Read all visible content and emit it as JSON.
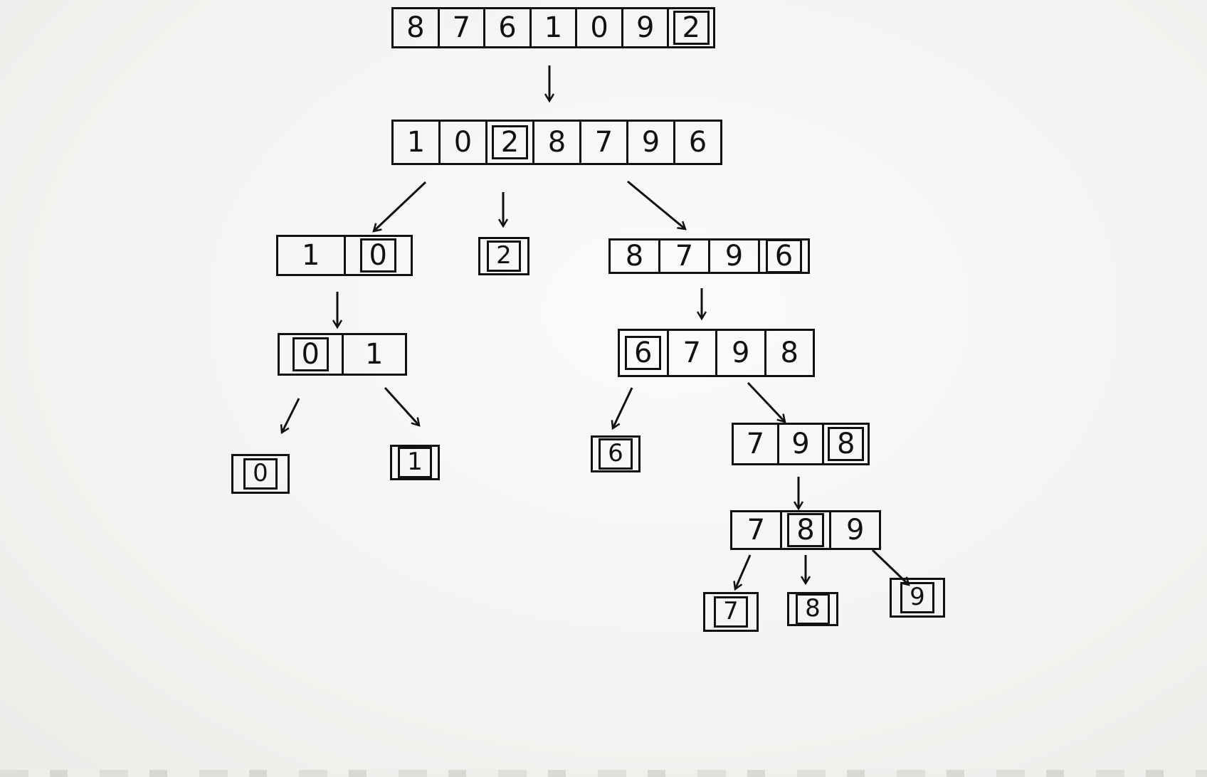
{
  "diagram": {
    "nodes": [
      {
        "id": "n0",
        "cells": [
          "8",
          "7",
          "6",
          "1",
          "0",
          "9",
          "2"
        ],
        "pivot_index": 6
      },
      {
        "id": "n1",
        "cells": [
          "1",
          "0",
          "2",
          "8",
          "7",
          "9",
          "6"
        ],
        "pivot_index": 2
      },
      {
        "id": "n2",
        "cells": [
          "1",
          "0"
        ],
        "pivot_index": 1
      },
      {
        "id": "n3",
        "cells": [
          "2"
        ],
        "pivot_index": 0
      },
      {
        "id": "n4",
        "cells": [
          "8",
          "7",
          "9",
          "6"
        ],
        "pivot_index": 3
      },
      {
        "id": "n5",
        "cells": [
          "0",
          "1"
        ],
        "pivot_index": 0
      },
      {
        "id": "n6",
        "cells": [
          "6",
          "7",
          "9",
          "8"
        ],
        "pivot_index": 0
      },
      {
        "id": "n7",
        "cells": [
          "0"
        ],
        "pivot_index": 0
      },
      {
        "id": "n8",
        "cells": [
          "1"
        ],
        "pivot_index": 0
      },
      {
        "id": "n9",
        "cells": [
          "6"
        ],
        "pivot_index": 0
      },
      {
        "id": "n10",
        "cells": [
          "7",
          "9",
          "8"
        ],
        "pivot_index": 2
      },
      {
        "id": "n11",
        "cells": [
          "7",
          "8",
          "9"
        ],
        "pivot_index": 1
      },
      {
        "id": "n12",
        "cells": [
          "7"
        ],
        "pivot_index": 0
      },
      {
        "id": "n13",
        "cells": [
          "8"
        ],
        "pivot_index": 0
      },
      {
        "id": "n14",
        "cells": [
          "9"
        ],
        "pivot_index": 0
      }
    ],
    "edges": [
      [
        "n0",
        "n1"
      ],
      [
        "n1",
        "n2"
      ],
      [
        "n1",
        "n3"
      ],
      [
        "n1",
        "n4"
      ],
      [
        "n2",
        "n5"
      ],
      [
        "n4",
        "n6"
      ],
      [
        "n5",
        "n7"
      ],
      [
        "n5",
        "n8"
      ],
      [
        "n6",
        "n9"
      ],
      [
        "n6",
        "n10"
      ],
      [
        "n10",
        "n11"
      ],
      [
        "n11",
        "n12"
      ],
      [
        "n11",
        "n13"
      ],
      [
        "n11",
        "n14"
      ]
    ]
  }
}
